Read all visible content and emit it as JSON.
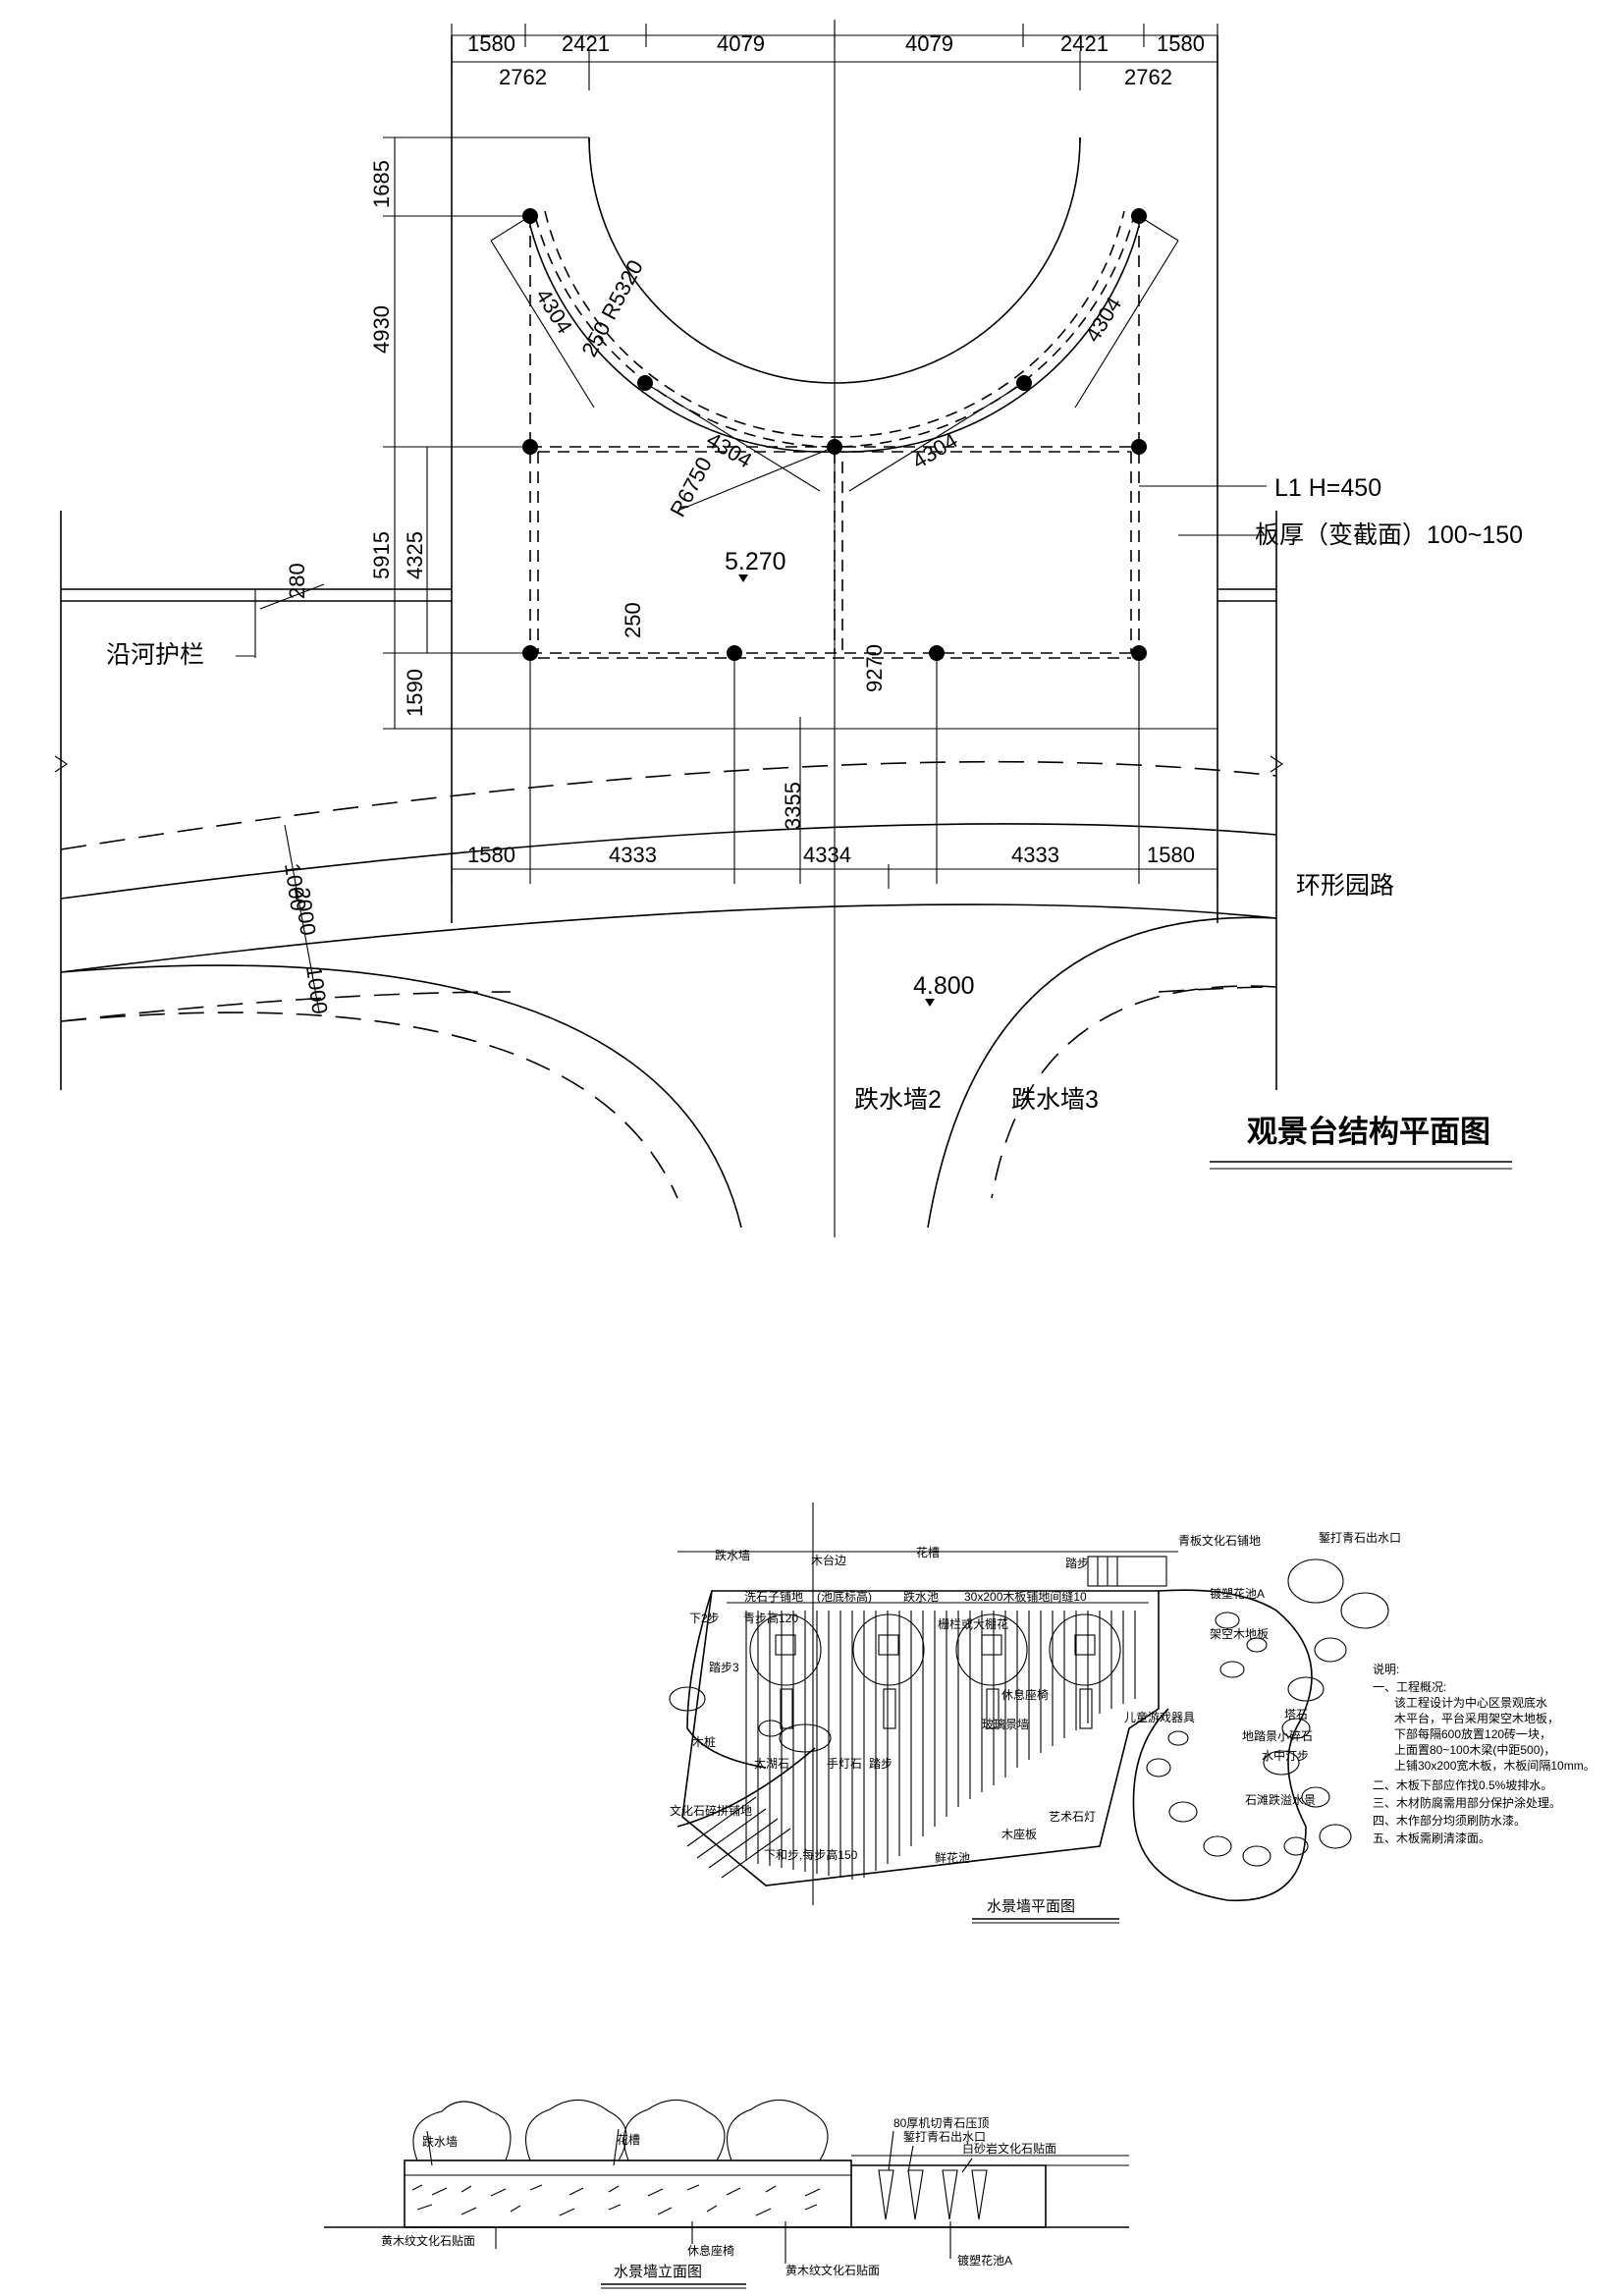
{
  "plan": {
    "title": "观景台结构平面图",
    "top_dims_row1": [
      "1580",
      "2421",
      "4079",
      "4079",
      "2421",
      "1580"
    ],
    "top_dims_row2": [
      "2762",
      "2762"
    ],
    "left_dims": [
      "1685",
      "4930",
      "5915",
      "4325",
      "1590"
    ],
    "dim_280": "280",
    "diag_dims": [
      "4304",
      "4304",
      "4304",
      "4304"
    ],
    "r5320": "250 R5320",
    "r6750": "R6750",
    "dim_250": "250",
    "dim_9270": "9270",
    "dim_3355": "3355",
    "bottom_dims": [
      "1580",
      "4333",
      "4334",
      "4333",
      "1580"
    ],
    "road_dims": [
      "1000",
      "2000",
      "1000"
    ],
    "elev_upper": "5.270",
    "elev_lower": "4.800",
    "label_l1": "L1   H=450",
    "label_slab": "板厚（变截面）100~150",
    "label_rail": "沿河护栏",
    "label_road": "环形园路",
    "label_wall2": "跌水墙2",
    "label_wall3": "跌水墙3"
  },
  "water_plan": {
    "title": "水景墙平面图",
    "labels": [
      "跌水墙",
      "木台边",
      "花槽",
      "踏步",
      "青板文化石铺地",
      "錾打青石出水口",
      "洗石子铺地",
      "(池底标高)",
      "跌水池",
      "30x200木板铺地间缝10",
      "镀塑花池A",
      "架空木地板",
      "下2步",
      "青步高120",
      "栅栏或大棚花",
      "休息座椅",
      "踏步3",
      "玻璃景墙",
      "儿童游戏器具",
      "地踏景小碎石",
      "水中汀步",
      "木桩",
      "太湖石",
      "手灯石",
      "踏步",
      "文化石碎拼铺地",
      "下和步,每步高150",
      "艺术石灯",
      "木座板",
      "鲜花池",
      "石滩跌溢水景",
      "塔石"
    ],
    "notes_title": "说明:",
    "notes": [
      "一、工程概况:",
      "该工程设计为中心区景观底水",
      "木平台，平台采用架空木地板，",
      "下部每隔600放置120砖一块，",
      "上面置80~100木梁(中距500)，",
      "上铺30x200宽木板，木板间隔10mm。",
      "二、木板下部应作找0.5%坡排水。",
      "三、木材防腐需用部分保护涂处理。",
      "四、木作部分均须刷防水漆。",
      "五、木板需刷清漆面。"
    ]
  },
  "elevation": {
    "title": "水景墙立面图",
    "labels": [
      "80厚机切青石压顶",
      "錾打青石出水口",
      "白砂岩文化石贴面",
      "跌水墙",
      "花槽",
      "黄木纹文化石贴面",
      "休息座椅",
      "黄木纹文化石贴面",
      "镀塑花池A"
    ]
  }
}
